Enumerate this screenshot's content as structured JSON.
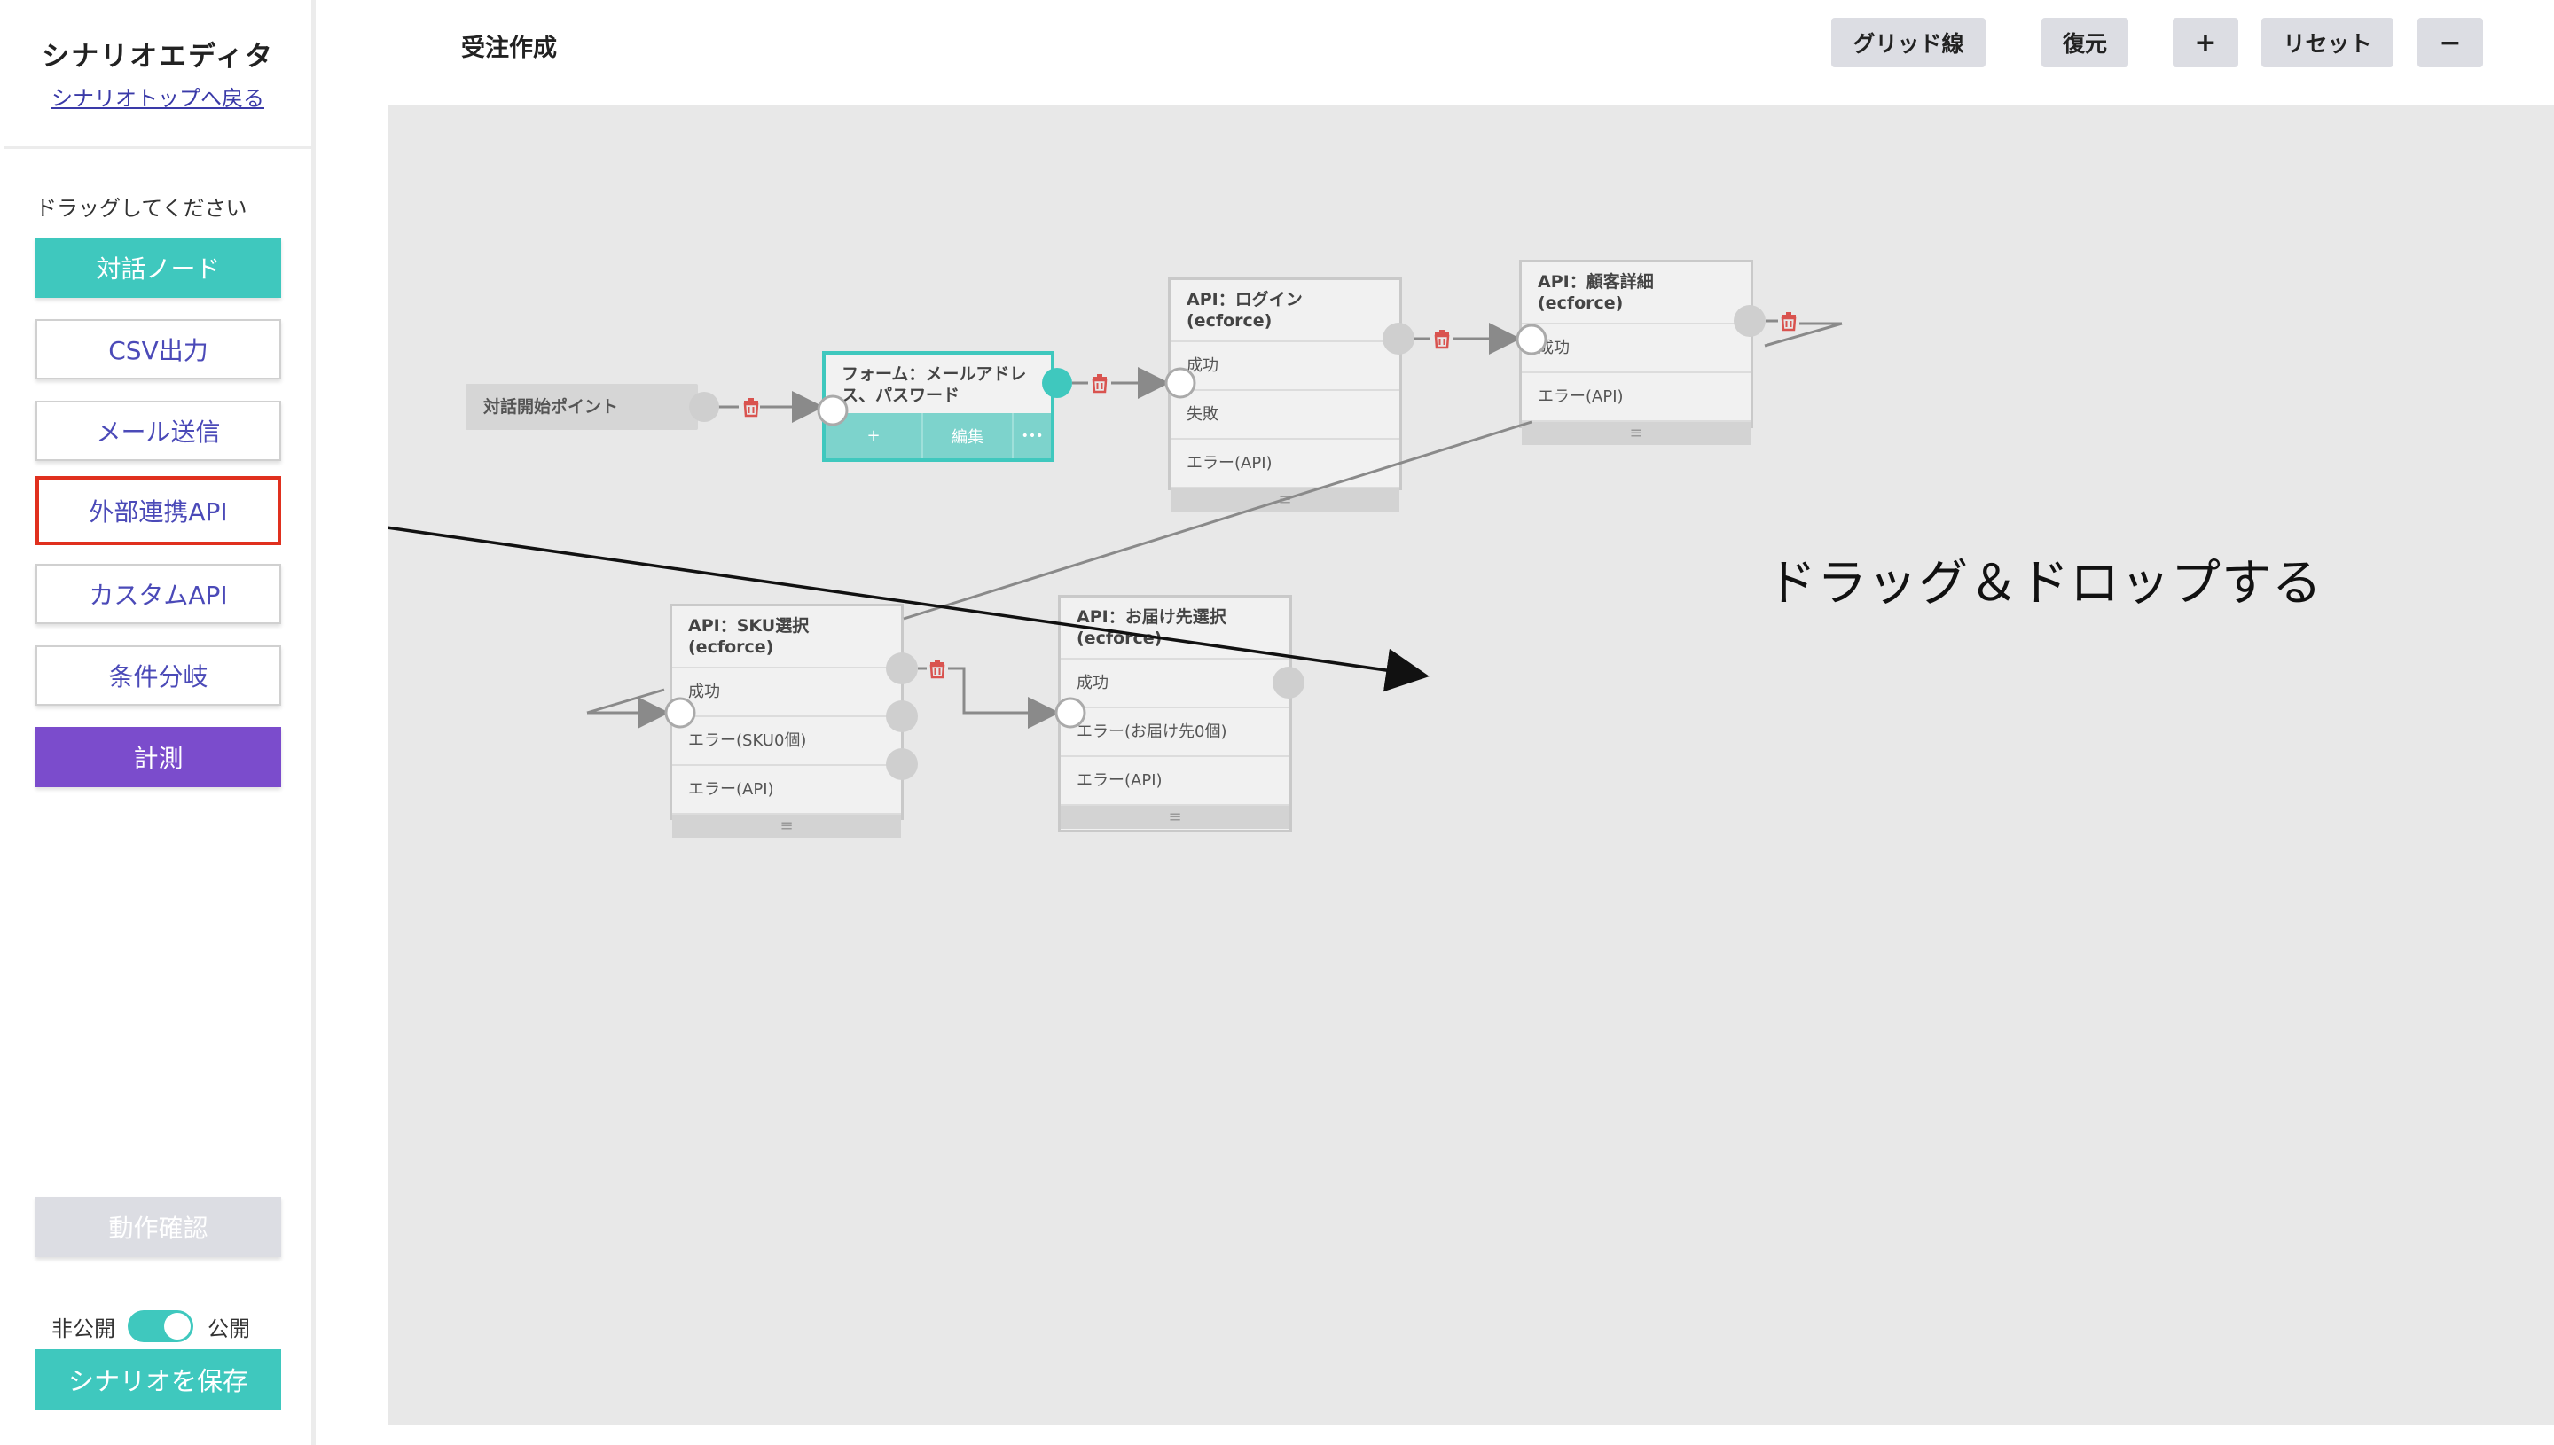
{
  "sidebar": {
    "app_title": "シナリオエディタ",
    "back_link": "シナリオトップへ戻る",
    "drag_hint": "ドラッグしてください",
    "palette": [
      {
        "label": "対話ノード",
        "style": "teal"
      },
      {
        "label": "CSV出力",
        "style": "outline"
      },
      {
        "label": "メール送信",
        "style": "outline"
      },
      {
        "label": "外部連携API",
        "style": "highlight"
      },
      {
        "label": "カスタムAPI",
        "style": "outline"
      },
      {
        "label": "条件分岐",
        "style": "outline"
      },
      {
        "label": "計測",
        "style": "purple"
      }
    ],
    "test_button": "動作確認",
    "visibility": {
      "private_label": "非公開",
      "public_label": "公開",
      "is_public": true
    },
    "save_button": "シナリオを保存"
  },
  "header": {
    "page_title": "受注作成",
    "toolbar": {
      "grid": "グリッド線",
      "restore": "復元",
      "zoom_in": "+",
      "reset": "リセット",
      "zoom_out": "−"
    }
  },
  "canvas": {
    "start_node": "対話開始ポイント",
    "form_node": {
      "title": "フォーム：メールアドレス、パスワード",
      "actions": [
        "+",
        "編集",
        "•••"
      ]
    },
    "api_nodes": [
      {
        "id": "login",
        "title": "API：ログイン(ecforce)",
        "rows": [
          "成功",
          "失敗",
          "エラー(API)"
        ]
      },
      {
        "id": "customer",
        "title": "API：顧客詳細(ecforce)",
        "rows": [
          "成功",
          "エラー(API)"
        ]
      },
      {
        "id": "sku",
        "title": "API：SKU選択(ecforce)",
        "rows": [
          "成功",
          "エラー(SKU0個)",
          "エラー(API)"
        ]
      },
      {
        "id": "delivery",
        "title": "API：お届け先選択(ecforce)",
        "rows": [
          "成功",
          "エラー(お届け先0個)",
          "エラー(API)"
        ]
      }
    ],
    "footer_glyph": "≡",
    "annotation": "ドラッグ＆ドロップする"
  },
  "colors": {
    "accent_teal": "#3fc8be",
    "purple": "#7b4ccc",
    "highlight_red": "#e0301e",
    "link_blue": "#3a3aa8",
    "delete_red": "#d9534f"
  }
}
